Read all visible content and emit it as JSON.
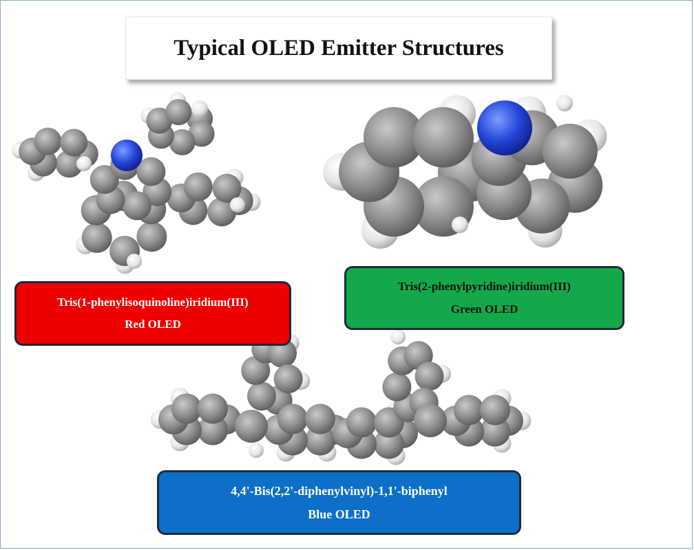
{
  "title": "Typical OLED Emitter Structures",
  "molecules": {
    "red": {
      "name": "Tris(1-phenylisoquinoline)iridium(III)",
      "label": "Red OLED",
      "color": "#ee0000"
    },
    "green": {
      "name": "Tris(2-phenylpyridine)iridium(III)",
      "label": "Green OLED",
      "color": "#14a84a"
    },
    "blue": {
      "name": "4,4'-Bis(2,2'-diphenylvinyl)-1,1'-biphenyl",
      "label": "Blue OLED",
      "color": "#0d6fc7"
    }
  },
  "atom_colors": {
    "carbon": "#8c8c8c",
    "hydrogen": "#f2f2f2",
    "nitrogen": "#2b4fd8"
  }
}
